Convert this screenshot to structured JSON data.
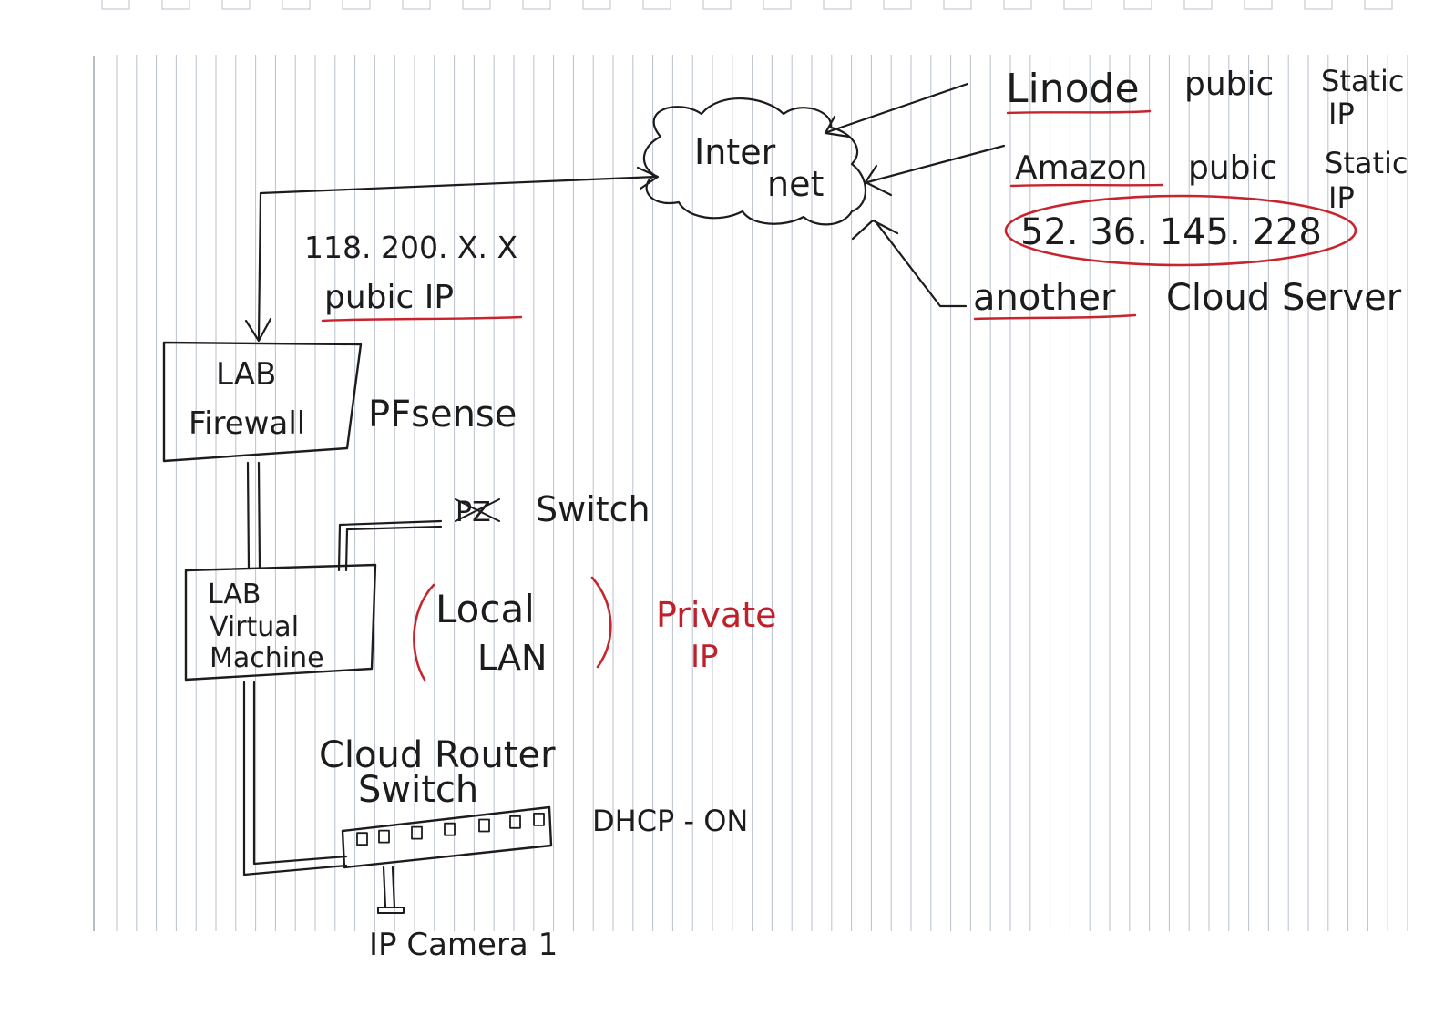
{
  "colors": {
    "ink": "#1c1c1c",
    "red_ink": "#c8242e",
    "rule_lines": "#b9c1cc"
  },
  "diagram": {
    "internet": {
      "line1": "Inter",
      "line2": "net"
    },
    "public_ip": {
      "address": "118. 200. X. X",
      "label": "pubic IP"
    },
    "firewall": {
      "line1": "LAB",
      "line2": "Firewall",
      "note": "PFsense"
    },
    "switch_label": "Switch",
    "switch_scribble": "PZ",
    "vm": {
      "line1": "LAB",
      "line2": "Virtual",
      "line3": "Machine"
    },
    "lan": {
      "line1": "Local",
      "line2": "LAN"
    },
    "private_ip": {
      "line1": "Private",
      "line2": "IP"
    },
    "cloud_router": {
      "line1": "Cloud   Router",
      "line2": "Switch",
      "status": "DHCP - ON"
    },
    "camera": "IP Camera 1",
    "servers": [
      {
        "name": "Linode",
        "ip_label": "pubic",
        "static_line1": "Static",
        "static_line2": "IP"
      },
      {
        "name": "Amazon",
        "ip_label": "pubic",
        "static_line1": "Static",
        "static_line2": "IP",
        "address": "52. 36. 145. 228"
      },
      {
        "name": "another",
        "rest": "Cloud Server"
      }
    ]
  }
}
